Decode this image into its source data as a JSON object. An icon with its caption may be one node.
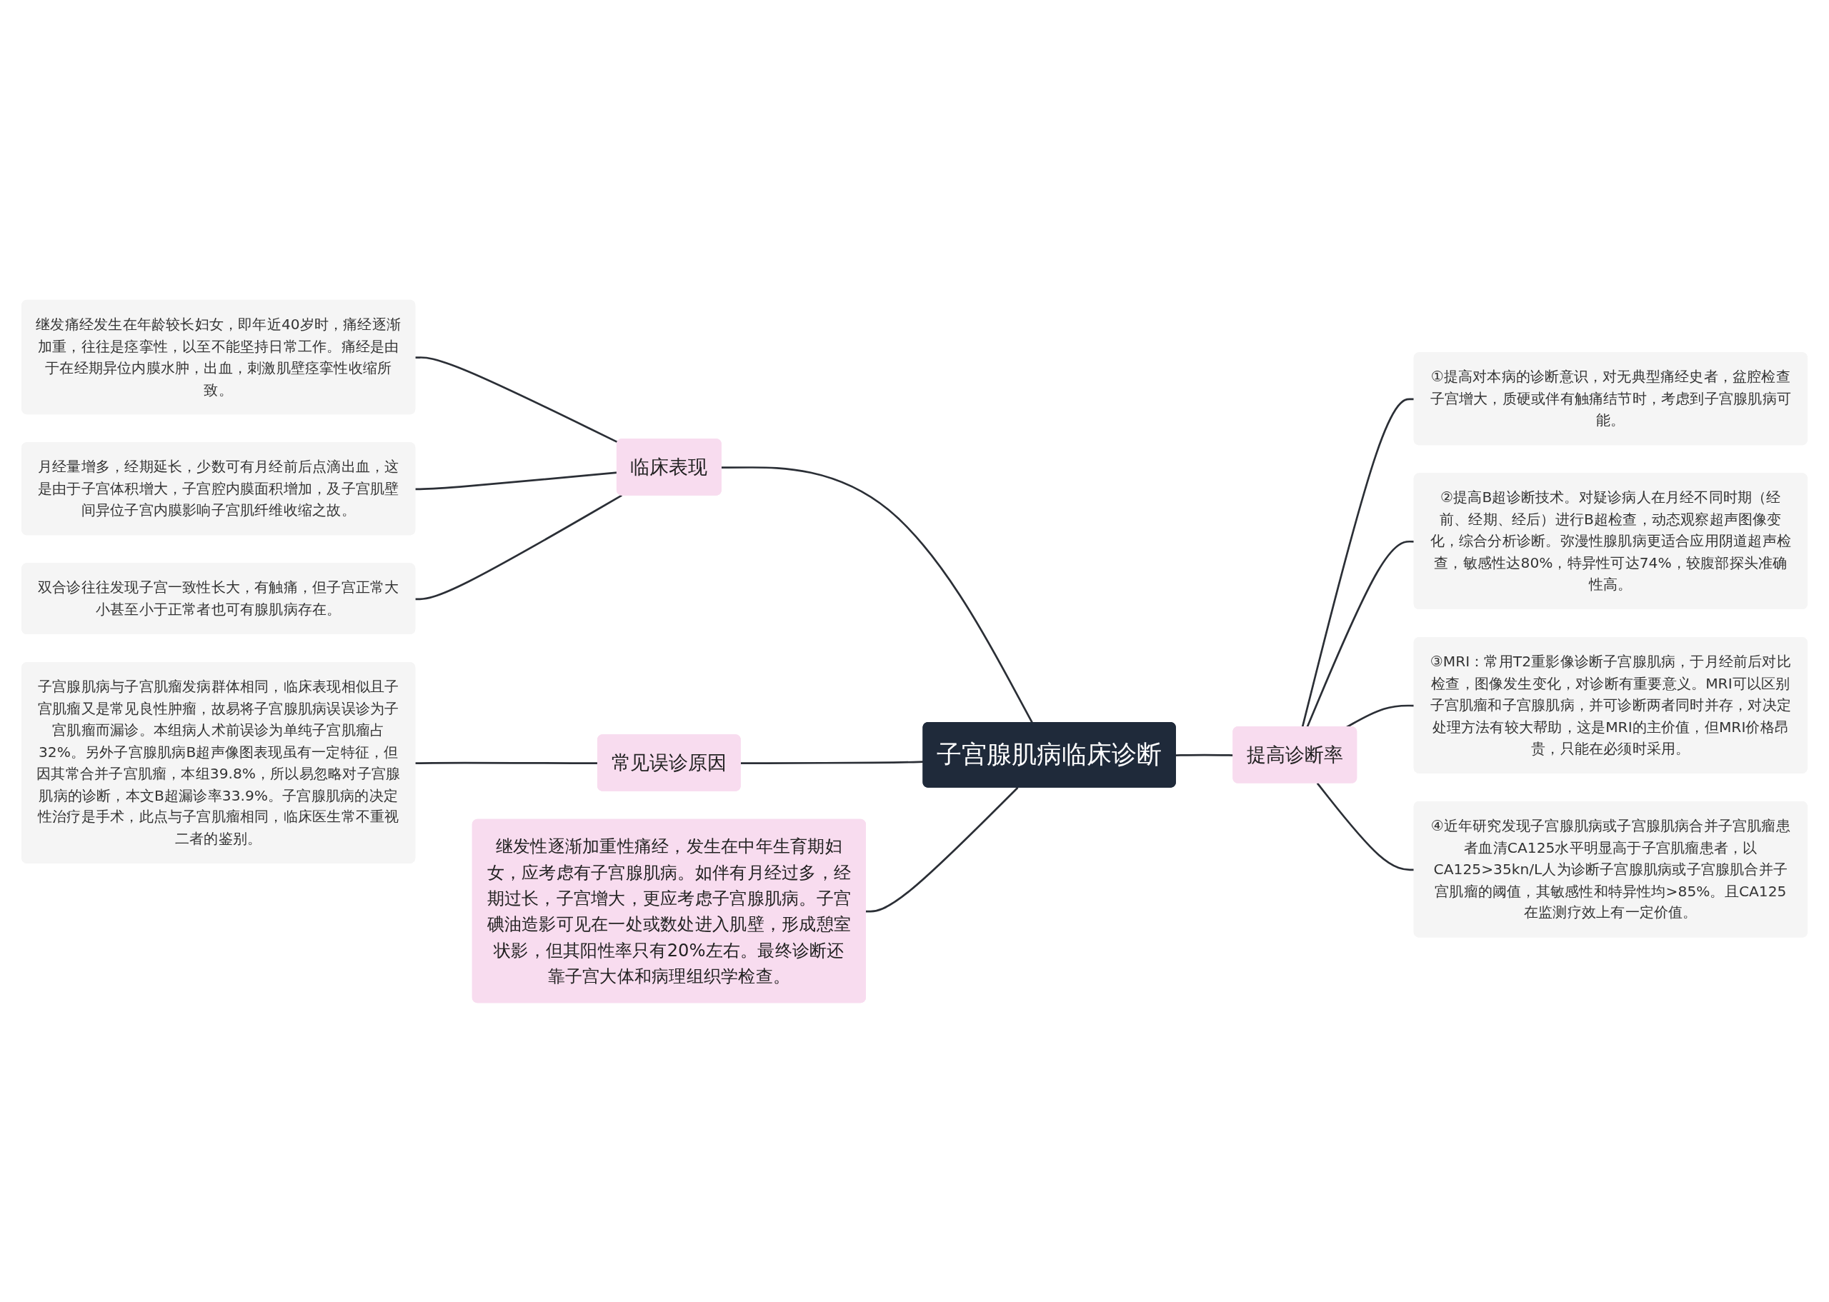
{
  "diagram": {
    "nodes": [
      {
        "text": [
          "子宫腺肌病临床诊断"
        ]
      },
      {
        "text": [
          "临床表现"
        ]
      },
      {
        "text": [
          "继发痛经发生在年龄较长妇女，即年近40岁时，痛经逐渐加重，往往是痉挛性，以至不能坚持日常工作。痛经是由于在经期异位内膜水肿，出血，刺激肌壁痉挛性收缩所致。"
        ]
      },
      {
        "text": [
          "月经量增多，经期延长，少数可有月经前后点滴出血，这是由于子宫体积增大，子宫腔内膜面积增加，及子宫肌壁间异位子宫内膜影响子宫肌纤维收缩之故。"
        ]
      },
      {
        "text": [
          "双合诊往往发现子宫一致性长大，有触痛，但子宫正常大小甚至小于正常者也可有腺肌病存在。"
        ]
      },
      {
        "text": [
          "常见误诊原因"
        ]
      },
      {
        "text": [
          "子宫腺肌病与子宫肌瘤发病群体相同，临床表现相似且子宫肌瘤又是常见良性肿瘤，故易将子宫腺肌病误误诊为子宫肌瘤而漏诊。本组病人术前误诊为单纯子宫肌瘤占32%。另外子宫腺肌病B超声像图表现虽有一定特征，但因其常合并子宫肌瘤，本组39.8%，所以易忽略对子宫腺肌病的诊断，本文B超漏诊率33.9%。子宫腺肌病的决定性治疗是手术，此点与子宫肌瘤相同，临床医生常不重视二者的鉴别。"
        ]
      },
      {
        "text": [
          "继发性逐渐加重性痛经，发生在中年生育期妇女，应考虑有子宫腺肌病。如伴有月经过多，经期过长，子宫增大，更应考虑子宫腺肌病。子宫碘油造影可见在一处或数处进入肌壁，形成憩室状影，但其阳性率只有20%左右。最终诊断还靠子宫大体和病理组织学检查。"
        ]
      },
      {
        "text": [
          "提高诊断率"
        ]
      },
      {
        "text": [
          "①提高对本病的诊断意识，对无典型痛经史者，盆腔检查子宫增大，质硬或伴有触痛结节时，考虑到子宫腺肌病可能。"
        ]
      },
      {
        "text": [
          "②提高B超诊断技术。对疑诊病人在月经不同时期（经前、经期、经后）进行B超检查，动态观察超声图像变化，综合分析诊断。弥漫性腺肌病更适合应用阴道超声检查，敏感性达80%，特异性可达74%，较腹部探头准确性高。"
        ]
      },
      {
        "text": [
          "③MRI：常用T2重影像诊断子宫腺肌病，于月经前后对比检查，图像发生变化，对诊断有重要意义。MRI可以区别子宫肌瘤和子宫腺肌病，并可诊断两者同时并存，对决定处理方法有较大帮助，这是MRI的主价值，但MRI价格昂贵，只能在必须时采用。"
        ]
      },
      {
        "text": [
          "④近年研究发现子宫腺肌病或子宫腺肌病合并子宫肌瘤患者血清CA125水平明显高于子宫肌瘤患者，以CA125>35kn/L人为诊断子宫腺肌病或子宫腺肌合并子宫肌瘤的阈值，其敏感性和特异性均>85%。且CA125在监测疗效上有一定价值。"
        ]
      }
    ],
    "edges": [
      {
        "from": 2,
        "to": 1,
        "arrow": "none"
      },
      {
        "from": 3,
        "to": 1,
        "arrow": "none"
      },
      {
        "from": 4,
        "to": 1,
        "arrow": "none"
      },
      {
        "from": 1,
        "to": 0,
        "arrow": "none"
      },
      {
        "from": 6,
        "to": 5,
        "arrow": "none"
      },
      {
        "from": 5,
        "to": 0,
        "arrow": "none"
      },
      {
        "from": 7,
        "to": 0,
        "arrow": "none"
      },
      {
        "from": 0,
        "to": 8,
        "arrow": "none"
      },
      {
        "from": 8,
        "to": 9,
        "arrow": "none"
      },
      {
        "from": 8,
        "to": 10,
        "arrow": "none"
      },
      {
        "from": 8,
        "to": 11,
        "arrow": "none"
      },
      {
        "from": 8,
        "to": 12,
        "arrow": "none"
      }
    ]
  }
}
